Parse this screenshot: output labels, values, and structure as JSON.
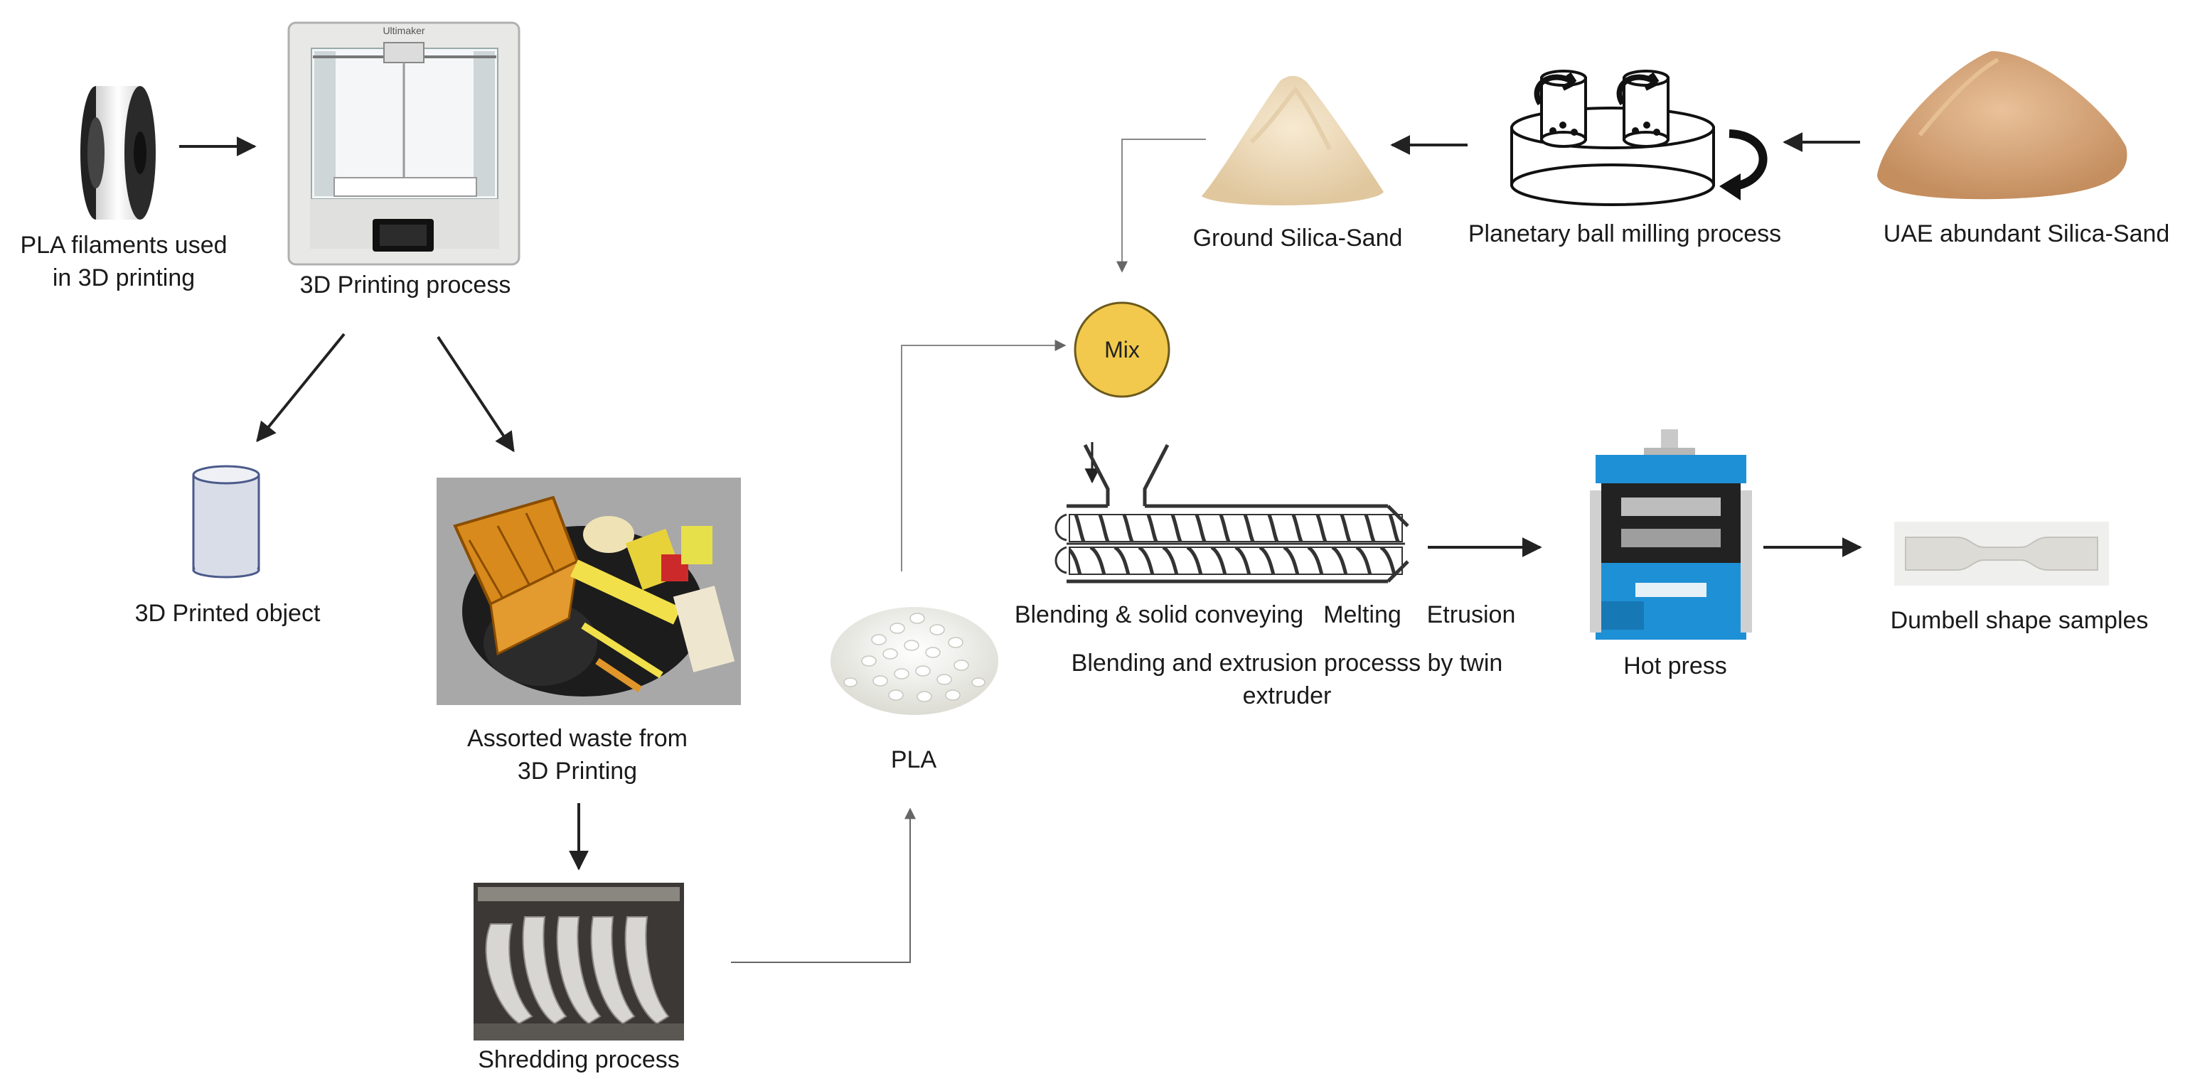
{
  "labels": {
    "pla_filament": "PLA filaments used in 3D printing",
    "printing_process": "3D Printing process",
    "printed_object": "3D Printed object",
    "assorted_waste": "Assorted waste from 3D Printing",
    "shredding": "Shredding process",
    "pla": "PLA",
    "mix": "Mix",
    "ground_sand": "Ground Silica-Sand",
    "ball_milling": "Planetary ball milling process",
    "uae_sand": "UAE abundant Silica-Sand",
    "blending_conveying": "Blending & solid conveying",
    "melting": "Melting",
    "extrusion": "Etrusion",
    "blending_extrusion": "Blending and extrusion processs by twin extruder",
    "hot_press": "Hot press",
    "dumbbell": "Dumbell shape samples"
  },
  "printer_brand": "Ultimaker",
  "colors": {
    "mix_fill": "#f2c94c",
    "press_blue": "#1e90d6",
    "sand": "#d9a77a",
    "ground_sand": "#efd9b6",
    "arrow": "#222222",
    "thin_line": "#888888"
  }
}
